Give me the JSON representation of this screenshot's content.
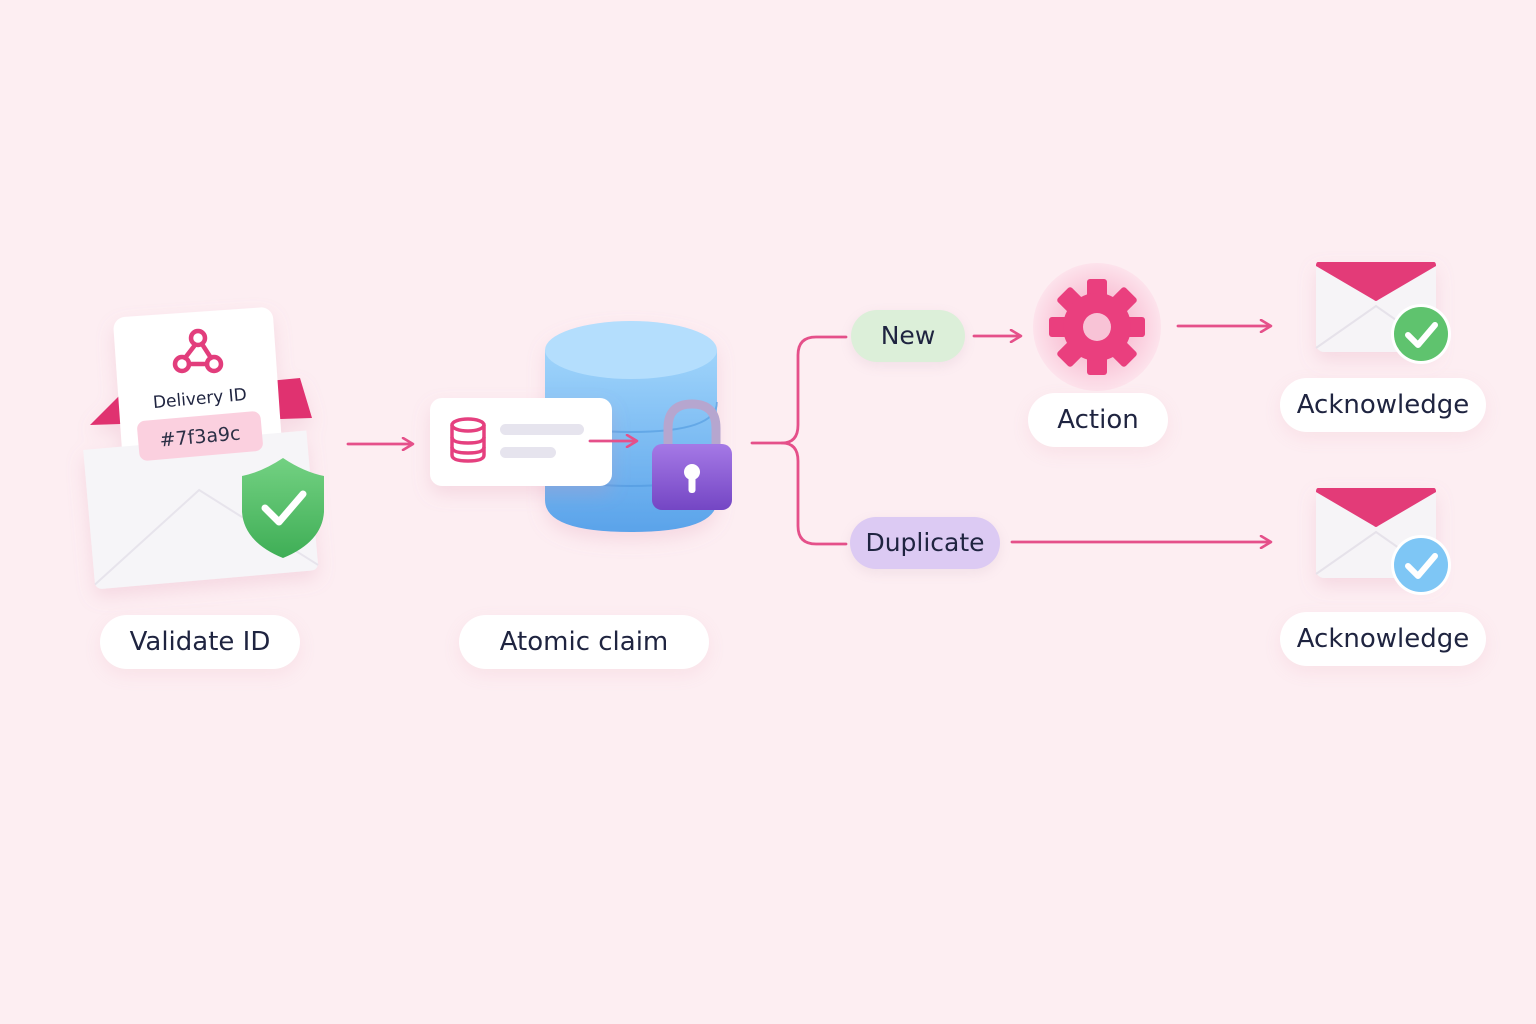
{
  "steps": {
    "validate": {
      "label": "Validate ID",
      "card_title": "Delivery ID",
      "id_value": "#7f3a9c"
    },
    "claim": {
      "label": "Atomic claim"
    },
    "action": {
      "label": "Action"
    },
    "ack_new": {
      "label": "Acknowledge"
    },
    "ack_dup": {
      "label": "Acknowledge"
    }
  },
  "branches": {
    "new": {
      "label": "New",
      "color": "#dcefd9"
    },
    "duplicate": {
      "label": "Duplicate",
      "color": "#dccaf3"
    }
  },
  "icons": {
    "envelope": "envelope-icon",
    "webhook": "webhook-icon",
    "shield": "shield-check-icon",
    "database": "database-icon",
    "lock": "padlock-icon",
    "gear": "gear-icon",
    "check": "check-badge-icon"
  },
  "colors": {
    "background": "#fdeef2",
    "accent": "#e5407f",
    "success": "#5fc36e",
    "info": "#7ec6f5",
    "lock": "#8a5ad3",
    "database": "#75b5ef"
  }
}
